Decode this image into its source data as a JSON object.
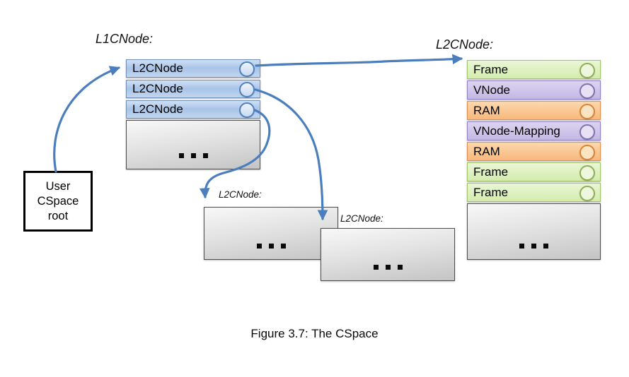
{
  "figure": {
    "caption": "Figure 3.7: The CSpace"
  },
  "diagram": {
    "arrow_color": "#4a7ebd",
    "user_root": {
      "text": "User\nCSpace\nroot"
    },
    "l1cnode": {
      "title": "L1CNode:",
      "rows": [
        {
          "label": "L2CNode"
        },
        {
          "label": "L2CNode"
        },
        {
          "label": "L2CNode"
        }
      ],
      "ellipsis": "..."
    },
    "l2cnode": {
      "title": "L2CNode:",
      "rows": [
        {
          "label": "Frame",
          "type": "frame"
        },
        {
          "label": "VNode",
          "type": "vnode"
        },
        {
          "label": "RAM",
          "type": "ram"
        },
        {
          "label": "VNode-Mapping",
          "type": "vnode"
        },
        {
          "label": "RAM",
          "type": "ram"
        },
        {
          "label": "Frame",
          "type": "frame"
        },
        {
          "label": "Frame",
          "type": "frame"
        }
      ],
      "ellipsis": "..."
    },
    "stub1": {
      "title": "L2CNode:",
      "ellipsis": "..."
    },
    "stub2": {
      "title": "L2CNode:",
      "ellipsis": "..."
    },
    "colors": {
      "l1_row_fill": "#b3cbea",
      "l1_row_border": "#7390b2",
      "frame_fill": "#dcefb9",
      "frame_border": "#a3c46c",
      "vnode_fill": "#cdc2e9",
      "vnode_border": "#9282c0",
      "ram_fill": "#fac28a",
      "ram_border": "#e09050",
      "gray_fill": "#d9d9d9",
      "gray_border": "#4d4d4d"
    }
  }
}
